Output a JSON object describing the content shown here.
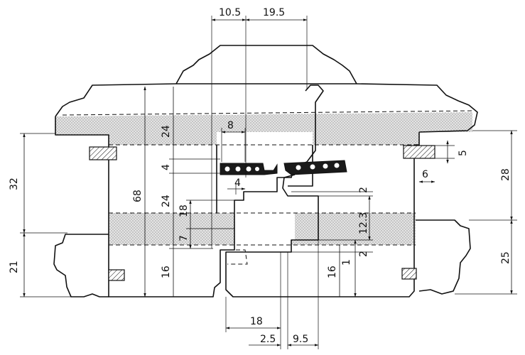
{
  "dimensions": {
    "top_left": "10.5",
    "top_right": "19.5",
    "left_32": "32",
    "left_21": "21",
    "center_24_top": "24",
    "center_4": "4",
    "center_68": "68",
    "center_24_mid": "24",
    "center_18_vert": "18",
    "center_7": "7",
    "center_16_left": "16",
    "gasket_8": "8",
    "gasket_4": "4",
    "right_2_top": "2",
    "right_12_3": "12.3",
    "right_1": "1",
    "right_2_bottom": "2",
    "right_16": "16",
    "right_5": "5",
    "right_6": "6",
    "right_28": "28",
    "right_25": "25",
    "bottom_18": "18",
    "bottom_2_5": "2.5",
    "bottom_9_5": "9.5"
  },
  "colors": {
    "line": "#111111",
    "insulation_fill": "#d9d9d9",
    "gasket_fill": "#1a1a1a",
    "paper": "#ffffff"
  }
}
